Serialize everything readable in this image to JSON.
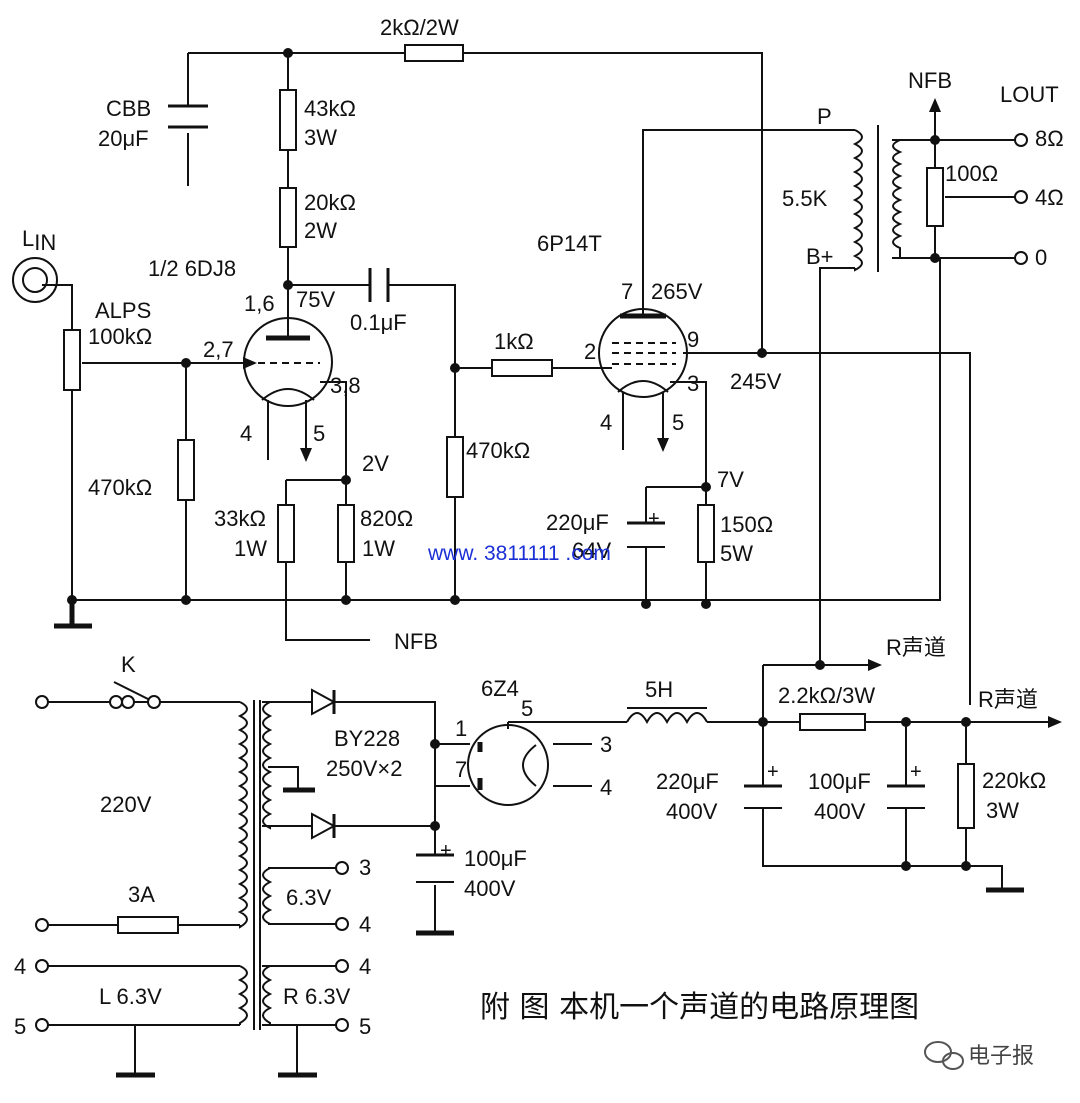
{
  "components": {
    "cbb_cap": "CBB",
    "cbb_value": "20μF",
    "r_top": "2kΩ/2W",
    "r_43k_a": "43kΩ",
    "r_43k_b": "3W",
    "r_20k_a": "20kΩ",
    "r_20k_b": "2W",
    "lin": "L",
    "lin_sub": "IN",
    "alps_a": "ALPS",
    "alps_b": "100kΩ",
    "tube_6dj8": "1/2 6DJ8",
    "pin_16": "1,6",
    "v_75": "75V",
    "cap_01": "0.1μF",
    "pin_27": "2,7",
    "pin_38": "3,8",
    "pin_4a": "4",
    "pin_5a": "5",
    "v_2": "2V",
    "r_470k_a": "470kΩ",
    "r_33k_a": "33kΩ",
    "r_33k_b": "1W",
    "r_820_a": "820Ω",
    "r_820_b": "1W",
    "r_470k_b": "470kΩ",
    "nfb_out": "NFB",
    "r_1k": "1kΩ",
    "tube_6p14": "6P14T",
    "pin_7": "7",
    "v_265": "265V",
    "pin_2": "2",
    "pin_9": "9",
    "pin_3": "3",
    "v_245": "245V",
    "pin_4b": "4",
    "pin_5b": "5",
    "v_7": "7V",
    "cap_220_a": "220μF",
    "cap_220_b": "64V",
    "r_150_a": "150Ω",
    "r_150_b": "5W",
    "xfmr_p": "P",
    "xfmr_55k": "5.5K",
    "xfmr_bplus": "B+",
    "nfb_top": "NFB",
    "lout": "L",
    "lout_sub": "OUT",
    "out_8": "8Ω",
    "out_4": "4Ω",
    "out_0": "0",
    "pot_100": "100Ω",
    "r_channel_a": "R声道",
    "r_channel_b": "R声道",
    "switch_k": "K",
    "mains_220": "220V",
    "fuse_3a": "3A",
    "diode_a": "BY228",
    "diode_b": "250V×2",
    "tube_6z4": "6Z4",
    "pin_1z": "1",
    "pin_7z": "7",
    "pin_5z": "5",
    "pin_3z": "3",
    "pin_4z": "4",
    "choke_5h": "5H",
    "r_22k_a": "2.2kΩ/3W",
    "cap_220_400_a": "220μF",
    "cap_220_400_b": "400V",
    "cap_100_400a_a": "100μF",
    "cap_100_400a_b": "400V",
    "r_220k_a": "220kΩ",
    "r_220k_b": "3W",
    "cap_100_400b_a": "100μF",
    "cap_100_400b_b": "400V",
    "heater_63": "6.3V",
    "heater_3": "3",
    "heater_4": "4",
    "heater_l_4": "4",
    "heater_l_5": "5",
    "heater_l": "L 6.3V",
    "heater_r_4": "4",
    "heater_r_5": "5",
    "heater_r": "R 6.3V",
    "plus": "+"
  },
  "watermark": "www. 3811111 .com",
  "caption": "附  图    本机一个声道的电路原理图",
  "source_badge": "电子报"
}
